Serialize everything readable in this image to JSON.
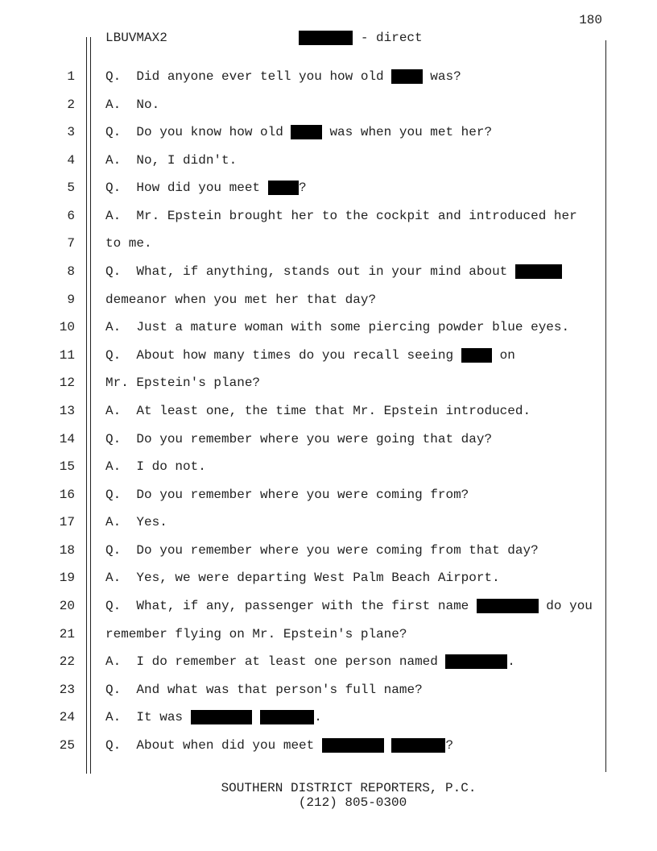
{
  "page_number": "180",
  "header": {
    "case_code": "LBUVMAX2",
    "witness_redacted": "       ",
    "section": " - direct"
  },
  "lines": [
    {
      "n": "1",
      "segs": [
        {
          "t": "Q.  Did anyone ever tell you how old "
        },
        {
          "r": "    "
        },
        {
          "t": " was?"
        }
      ]
    },
    {
      "n": "2",
      "segs": [
        {
          "t": "A.  No."
        }
      ]
    },
    {
      "n": "3",
      "segs": [
        {
          "t": "Q.  Do you know how old "
        },
        {
          "r": "    "
        },
        {
          "t": " was when you met her?"
        }
      ]
    },
    {
      "n": "4",
      "segs": [
        {
          "t": "A.  No, I didn't."
        }
      ]
    },
    {
      "n": "5",
      "segs": [
        {
          "t": "Q.  How did you meet "
        },
        {
          "r": "    "
        },
        {
          "t": "?"
        }
      ]
    },
    {
      "n": "6",
      "segs": [
        {
          "t": "A.  Mr. Epstein brought her to the cockpit and introduced her"
        }
      ]
    },
    {
      "n": "7",
      "segs": [
        {
          "t": "to me."
        }
      ]
    },
    {
      "n": "8",
      "segs": [
        {
          "t": "Q.  What, if anything, stands out in your mind about "
        },
        {
          "r": "      "
        }
      ]
    },
    {
      "n": "9",
      "segs": [
        {
          "t": "demeanor when you met her that day?"
        }
      ]
    },
    {
      "n": "10",
      "segs": [
        {
          "t": "A.  Just a mature woman with some piercing powder blue eyes."
        }
      ]
    },
    {
      "n": "11",
      "segs": [
        {
          "t": "Q.  About how many times do you recall seeing "
        },
        {
          "r": "    "
        },
        {
          "t": " on"
        }
      ]
    },
    {
      "n": "12",
      "segs": [
        {
          "t": "Mr. Epstein's plane?"
        }
      ]
    },
    {
      "n": "13",
      "segs": [
        {
          "t": "A.  At least one, the time that Mr. Epstein introduced."
        }
      ]
    },
    {
      "n": "14",
      "segs": [
        {
          "t": "Q.  Do you remember where you were going that day?"
        }
      ]
    },
    {
      "n": "15",
      "segs": [
        {
          "t": "A.  I do not."
        }
      ]
    },
    {
      "n": "16",
      "segs": [
        {
          "t": "Q.  Do you remember where you were coming from?"
        }
      ]
    },
    {
      "n": "17",
      "segs": [
        {
          "t": "A.  Yes."
        }
      ]
    },
    {
      "n": "18",
      "segs": [
        {
          "t": "Q.  Do you remember where you were coming from that day?"
        }
      ]
    },
    {
      "n": "19",
      "segs": [
        {
          "t": "A.  Yes, we were departing West Palm Beach Airport."
        }
      ]
    },
    {
      "n": "20",
      "segs": [
        {
          "t": "Q.  What, if any, passenger with the first name "
        },
        {
          "r": "        "
        },
        {
          "t": " do you"
        }
      ]
    },
    {
      "n": "21",
      "segs": [
        {
          "t": "remember flying on Mr. Epstein's plane?"
        }
      ]
    },
    {
      "n": "22",
      "segs": [
        {
          "t": "A.  I do remember at least one person named "
        },
        {
          "r": "        "
        },
        {
          "t": "."
        }
      ]
    },
    {
      "n": "23",
      "segs": [
        {
          "t": "Q.  And what was that person's full name?"
        }
      ]
    },
    {
      "n": "24",
      "segs": [
        {
          "t": "A.  It was "
        },
        {
          "r": "        "
        },
        {
          "t": " "
        },
        {
          "r": "       "
        },
        {
          "t": "."
        }
      ]
    },
    {
      "n": "25",
      "segs": [
        {
          "t": "Q.  About when did you meet "
        },
        {
          "r": "        "
        },
        {
          "t": " "
        },
        {
          "r": "       "
        },
        {
          "t": "?"
        }
      ]
    }
  ],
  "footer": {
    "reporter": "SOUTHERN DISTRICT REPORTERS, P.C.",
    "phone": "(212) 805-0300"
  }
}
